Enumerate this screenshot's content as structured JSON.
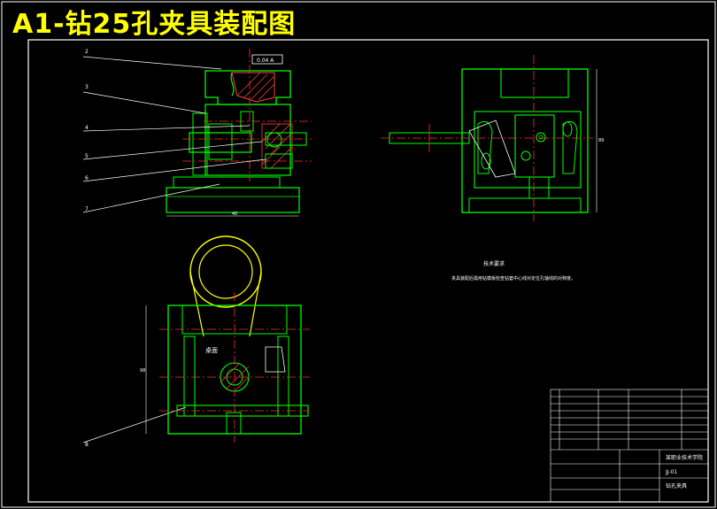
{
  "title": "A1-钻25孔夹具装配图",
  "colors": {
    "background": "#000000",
    "title": "#ffff00",
    "frame": "#ffffff",
    "part": "#00ff00",
    "centerline": "#ff3030",
    "hatch": "#ff4040",
    "dimension": "#ffffff",
    "leader": "#ffffff",
    "highlight": "#ff00ff"
  },
  "leaders": [
    "2",
    "3",
    "4",
    "5",
    "6",
    "7",
    "8"
  ],
  "dimensions": {
    "width_front": "40",
    "height_side": "89",
    "height_bottom": "98"
  },
  "tolerance_box": "0.04 A",
  "bottom_view_label": "桌面",
  "technical_requirements": {
    "heading": "技术要求",
    "text": "夹具装配后需用钻模板检查钻套中心线对定位孔轴线的对称度。"
  },
  "title_block": {
    "drawing_name": "钻孔夹具",
    "school": "某职业技术学院",
    "drawing_no": "JJ-01"
  }
}
